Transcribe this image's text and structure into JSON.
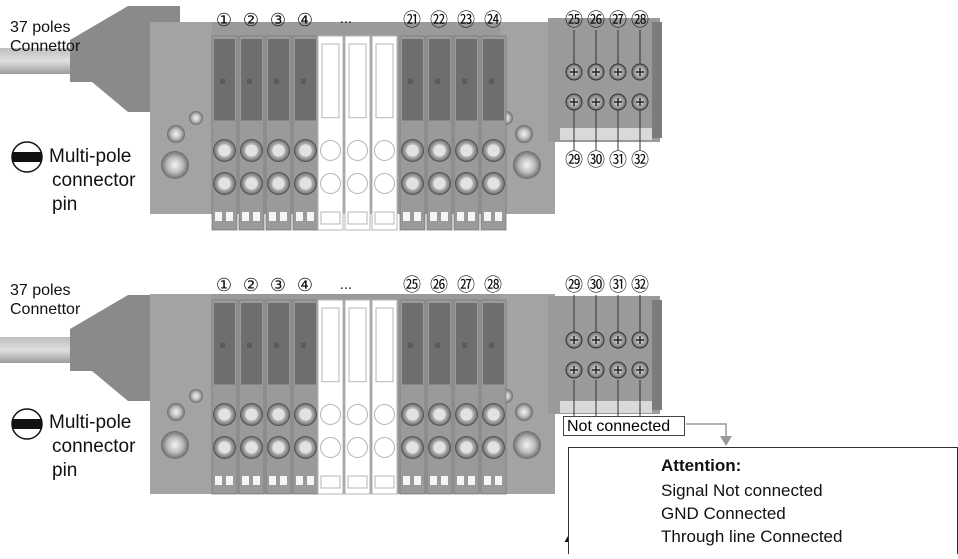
{
  "top_diagram": {
    "connector_label_line1": "37 poles",
    "connector_label_line2": "Connettor",
    "pin_label_line1": "Multi-pole",
    "pin_label_line2": "connector",
    "pin_label_line3": "pin",
    "left_numbers": [
      "①",
      "②",
      "③",
      "④"
    ],
    "ellipsis": "...",
    "mid_numbers": [
      "㉑",
      "㉒",
      "㉓",
      "㉔"
    ],
    "module_top_numbers": [
      "㉕",
      "㉖",
      "㉗",
      "㉘"
    ],
    "module_bottom_numbers": [
      "㉙",
      "㉚",
      "㉛",
      "㉜"
    ]
  },
  "bottom_diagram": {
    "connector_label_line1": "37 poles",
    "connector_label_line2": "Connettor",
    "pin_label_line1": "Multi-pole",
    "pin_label_line2": "connector",
    "pin_label_line3": "pin",
    "left_numbers": [
      "①",
      "②",
      "③",
      "④"
    ],
    "ellipsis": "...",
    "mid_numbers": [
      "㉕",
      "㉖",
      "㉗",
      "㉘"
    ],
    "module_top_numbers": [
      "㉙",
      "㉚",
      "㉛",
      "㉜"
    ],
    "not_connected_label": "Not connected"
  },
  "attention": {
    "title": "Attention:",
    "lines": [
      "Signal Not connected",
      "GND Connected",
      "Through line Connected"
    ]
  },
  "colors": {
    "body_gray": "#9a9a9a",
    "dark_gray": "#6e6e6e",
    "light_gray": "#c8c8c8",
    "ghost_line": "#b5b5b5"
  }
}
